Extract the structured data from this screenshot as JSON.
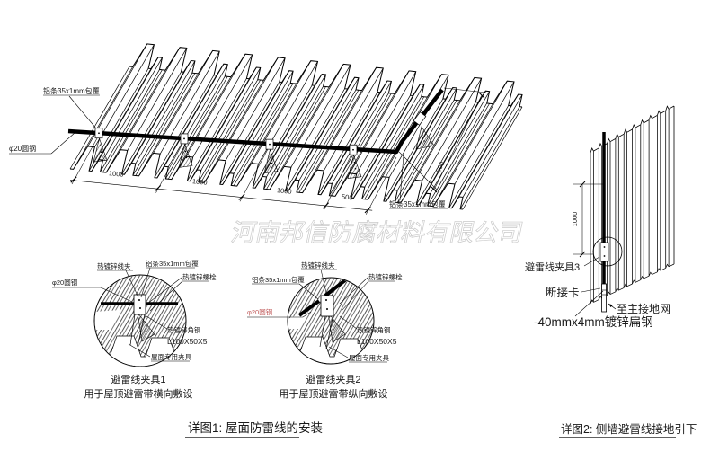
{
  "watermark": "河南邦信防腐材料有限公司",
  "roof": {
    "label_al_strip_top": "铝条35x1mm包覆",
    "label_round_steel": "φ20圆钢",
    "label_al_strip_right": "铝条35x1mm包覆",
    "dim_1000_a": "1000",
    "dim_1000_b": "1000",
    "dim_1000_c": "1000",
    "dim_500_a": "500",
    "dim_500_diag": "500"
  },
  "detail1": {
    "wire_clip": "热镀锌线夹",
    "al_strip": "铝条35x1mm包覆",
    "bolt": "热镀锌螺栓",
    "round_steel": "φ20圆钢",
    "angle_steel": "热镀锌角钢",
    "angle_spec": "L100X50X5",
    "roof_clamp": "屋面专用夹具",
    "title": "避雷线夹具1",
    "subtitle": "用于屋顶避雷带横向敷设"
  },
  "detail2": {
    "wire_clip": "热镀锌线夹",
    "al_strip": "铝条35x1mm包覆",
    "bolt": "热镀锌螺栓",
    "round_steel": "φ20圆钢",
    "angle_steel": "热镀锌角钢",
    "angle_spec": "L100X50X5",
    "roof_clamp": "屋面专用夹具",
    "title": "避雷线夹具2",
    "subtitle": "用于屋顶避雷带纵向敷设"
  },
  "caption1": "详图1: 屋面防雷线的安装",
  "wall": {
    "dim_1000": "1000",
    "clamp3": "避雷线夹具3",
    "disconnect": "断接卡",
    "to_ground": "至主接地网",
    "flat_steel": "-40mmx4mm镀锌扁钢",
    "caption": "详图2: 侧墙避雷线接地引下"
  },
  "colors": {
    "red_label": "#c05a5a",
    "watermark": "#cbcbcb"
  }
}
